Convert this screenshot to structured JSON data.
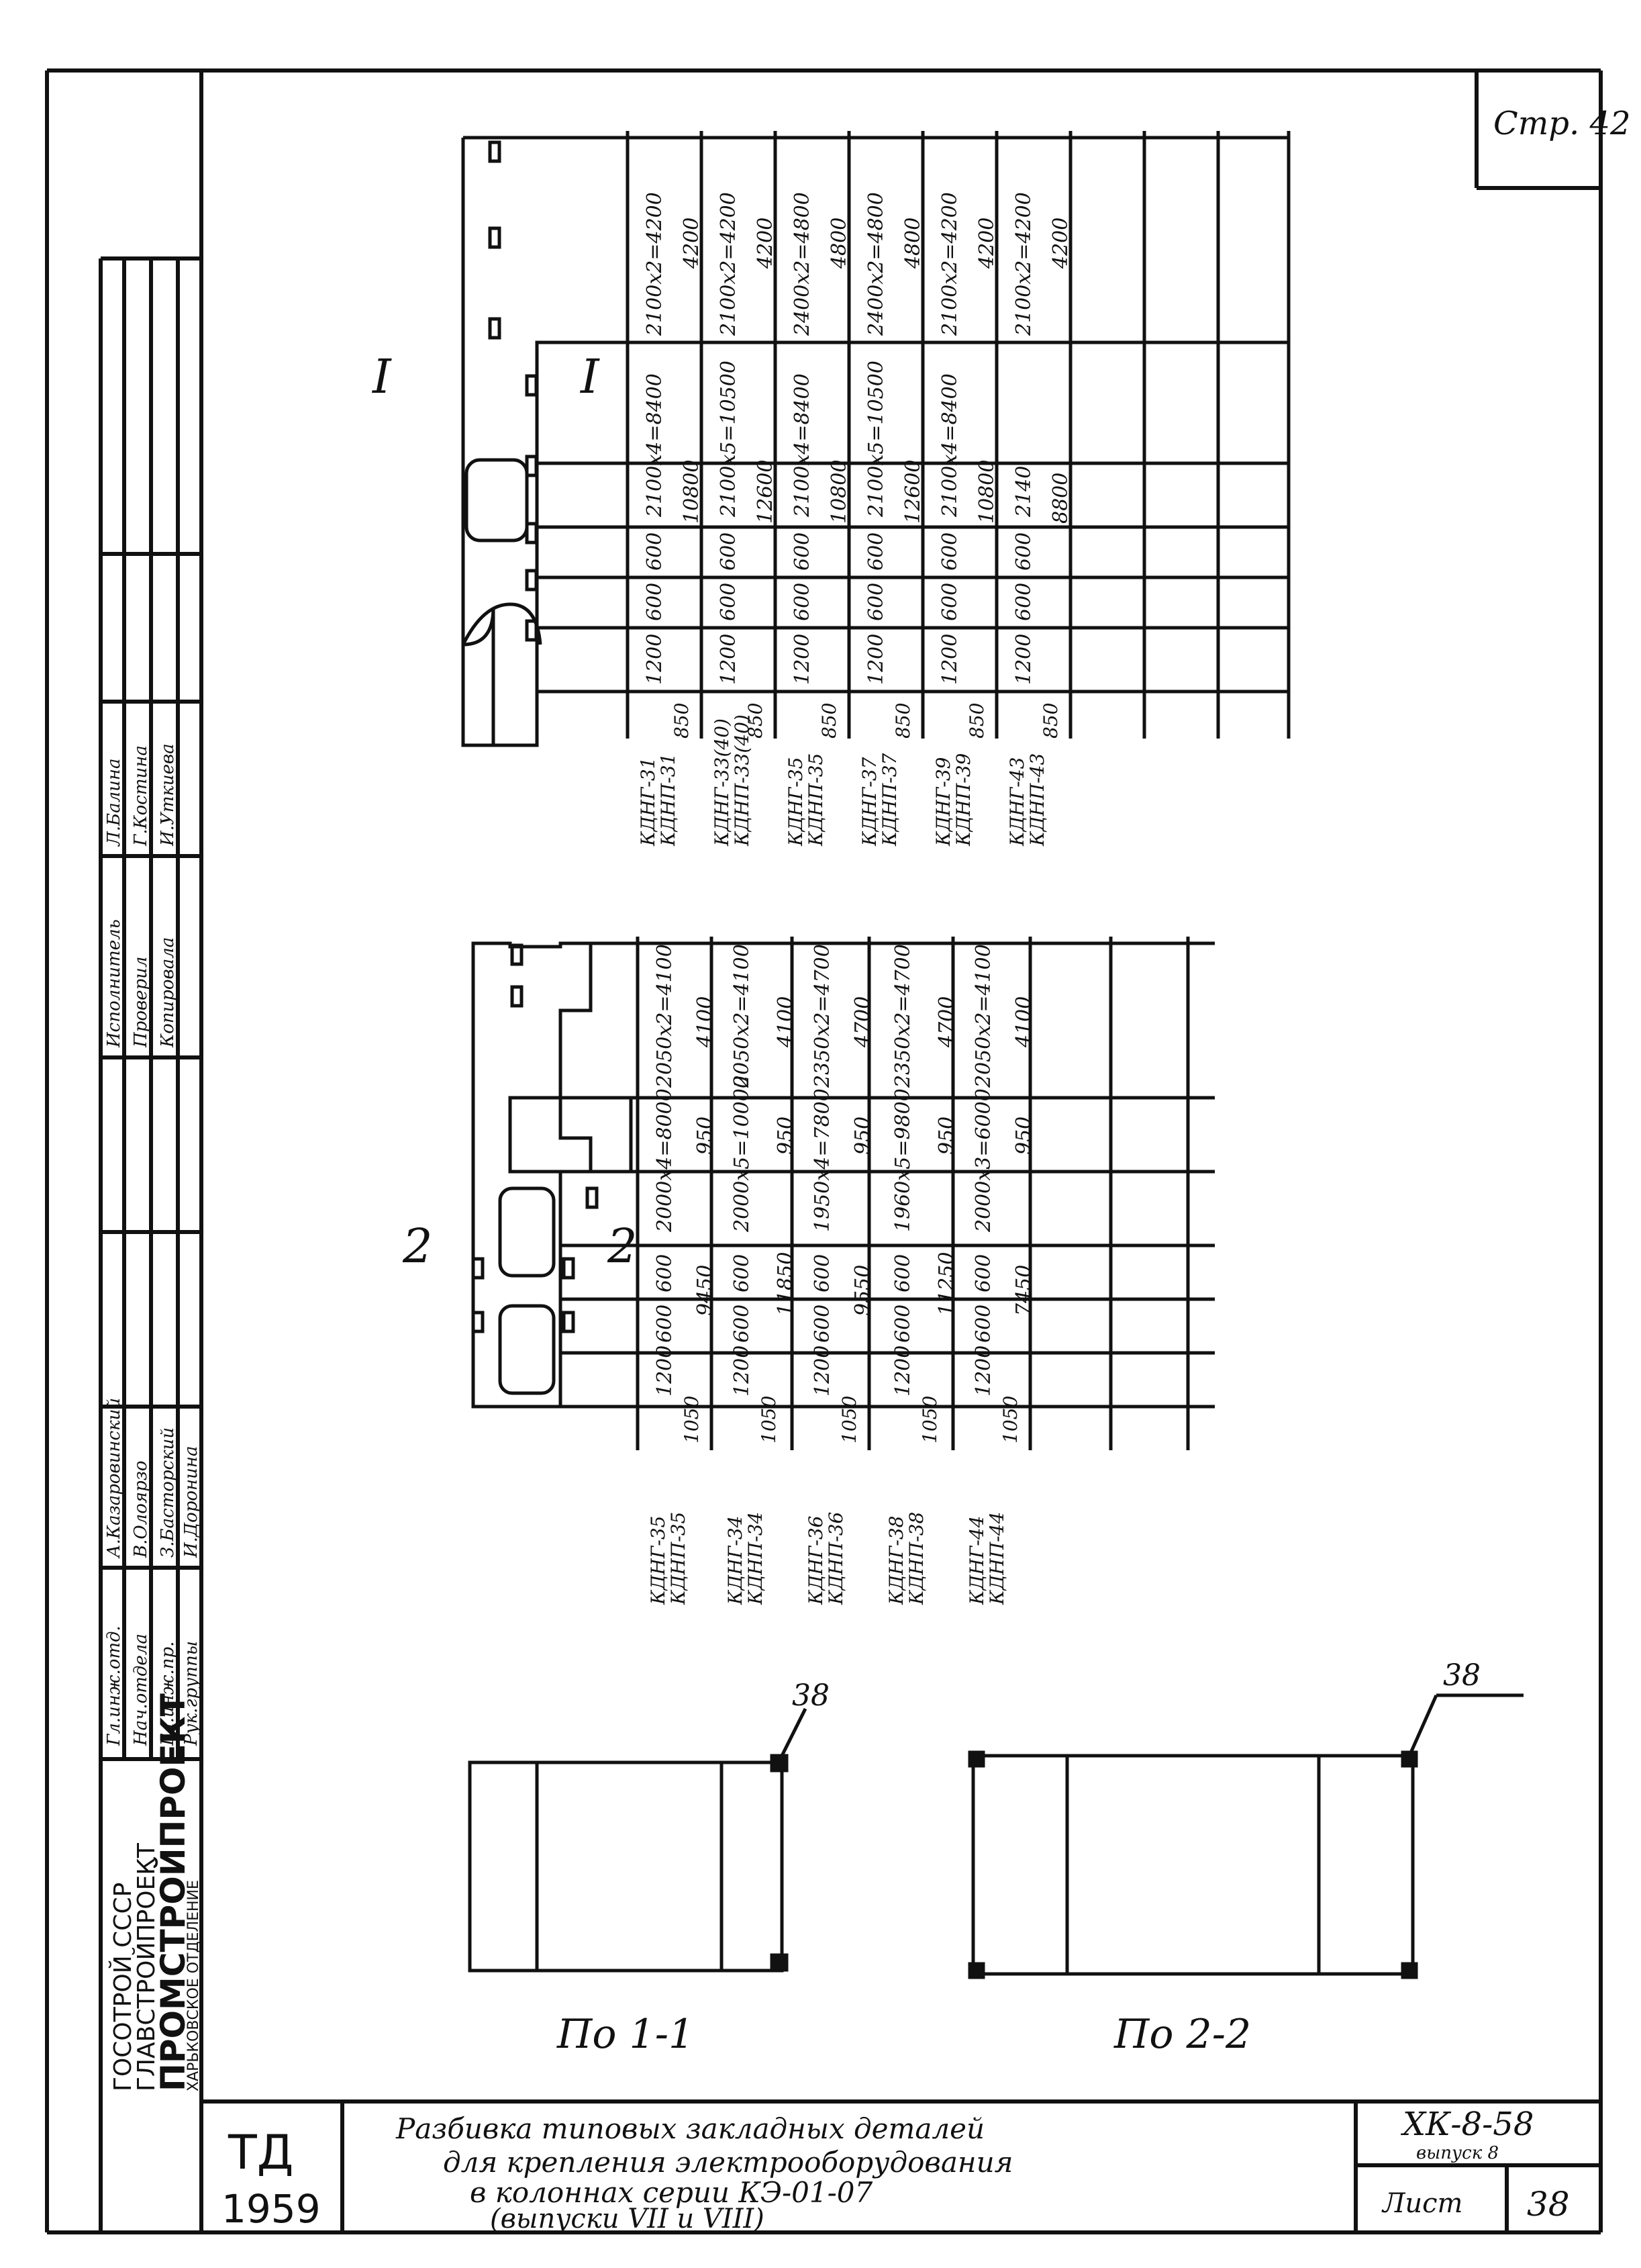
{
  "page": {
    "number": "Стр. 42"
  },
  "stamp": {
    "org_lines": [
      "ГОСОТРОЙ СССР",
      "ГЛАВСТРОЙПРОЕКТ",
      "ПРОМСТРОЙПРОЕКТ",
      "ХАРЬКОВСКОЕ ОТДЕЛЕНИЕ"
    ],
    "signatures": [
      {
        "role": "Гл.инж.отд.",
        "name": "А.Казаровинский"
      },
      {
        "role": "Нач.отдела",
        "name": "В.Олоярзо"
      },
      {
        "role": "Гл.инж.пр.",
        "name": "З.Басторский"
      },
      {
        "role": "Рук.группы",
        "name": "И.Доронина"
      },
      {
        "role": "Исполнитель",
        "name": "Л.Балина"
      },
      {
        "role": "Проверил",
        "name": "Г.Костина"
      },
      {
        "role": "Копировала",
        "name": "И.Уткиева"
      }
    ],
    "td": "ТД",
    "year": "1959",
    "title_lines": [
      "Разбивка типовых закладных деталей",
      "для крепления электрооборудования",
      "в колоннах серии КЭ-01-07",
      "(выпуски VII и VIII)"
    ],
    "code": "ХК-8-58",
    "issue": "выпуск 8",
    "sheet_label": "Лист",
    "sheet_number": "38"
  },
  "section_labels": {
    "upper_left": "I",
    "upper_right": "I",
    "mid_left": "2",
    "mid_right": "2"
  },
  "upper_table": {
    "rows": [
      {
        "marks": [
          "КДНГ-31",
          "КДНП-31"
        ],
        "dims": [
          "1200",
          "600",
          "600",
          "2100x4=8400",
          "2100x2=4200"
        ],
        "totals": [
          "850",
          "10800",
          "4200"
        ]
      },
      {
        "marks": [
          "КДНГ-33(40)",
          "КДНП-33(40)"
        ],
        "dims": [
          "1200",
          "600",
          "600",
          "2100x5=10500",
          "2100x2=4200"
        ],
        "totals": [
          "850",
          "12600",
          "4200"
        ]
      },
      {
        "marks": [
          "КДНГ-35",
          "КДНП-35"
        ],
        "dims": [
          "1200",
          "600",
          "600",
          "2100x4=8400",
          "2400x2=4800"
        ],
        "totals": [
          "850",
          "10800",
          "4800"
        ]
      },
      {
        "marks": [
          "КДНГ-37",
          "КДНП-37"
        ],
        "dims": [
          "1200",
          "600",
          "600",
          "2100x5=10500",
          "2400x2=4800"
        ],
        "totals": [
          "850",
          "12600",
          "4800"
        ]
      },
      {
        "marks": [
          "КДНГ-39",
          "КДНП-39"
        ],
        "dims": [
          "1200",
          "600",
          "600",
          "2100x4=8400",
          "2100x2=4200"
        ],
        "totals": [
          "850",
          "10800",
          "4200"
        ]
      },
      {
        "marks": [
          "КДНГ-43",
          "КДНП-43"
        ],
        "dims": [
          "1200",
          "600",
          "600",
          "2140",
          "2100x2=4200"
        ],
        "totals": [
          "850",
          "8800",
          "4200"
        ]
      }
    ]
  },
  "lower_table": {
    "rows": [
      {
        "marks": [
          "КДНГ-35",
          "КДНП-35"
        ],
        "dims": [
          "1200",
          "600",
          "600",
          "2000x4=8000",
          "2050x2=4100"
        ],
        "totals": [
          "1050",
          "9450",
          "950",
          "4100"
        ]
      },
      {
        "marks": [
          "КДНГ-34",
          "КДНП-34"
        ],
        "dims": [
          "1200",
          "600",
          "600",
          "2000x5=10000",
          "2050x2=4100"
        ],
        "totals": [
          "1050",
          "11850",
          "950",
          "4100"
        ]
      },
      {
        "marks": [
          "КДНГ-36",
          "КДНП-36"
        ],
        "dims": [
          "1200",
          "600",
          "600",
          "1950x4=7800",
          "2350x2=4700"
        ],
        "totals": [
          "1050",
          "9550",
          "950",
          "4700"
        ]
      },
      {
        "marks": [
          "КДНГ-38",
          "КДНП-38"
        ],
        "dims": [
          "1200",
          "600",
          "600",
          "1960x5=9800",
          "2350x2=4700"
        ],
        "totals": [
          "1050",
          "11250",
          "950",
          "4700"
        ]
      },
      {
        "marks": [
          "КДНГ-44",
          "КДНП-44"
        ],
        "dims": [
          "1200",
          "600",
          "600",
          "2000x3=6000",
          "2050x2=4100"
        ],
        "totals": [
          "1050",
          "7450",
          "950",
          "4100"
        ]
      }
    ]
  },
  "sections": {
    "left_label": "По 1-1",
    "right_label": "По 2-2",
    "left_callout": "38",
    "right_callout": "38"
  }
}
